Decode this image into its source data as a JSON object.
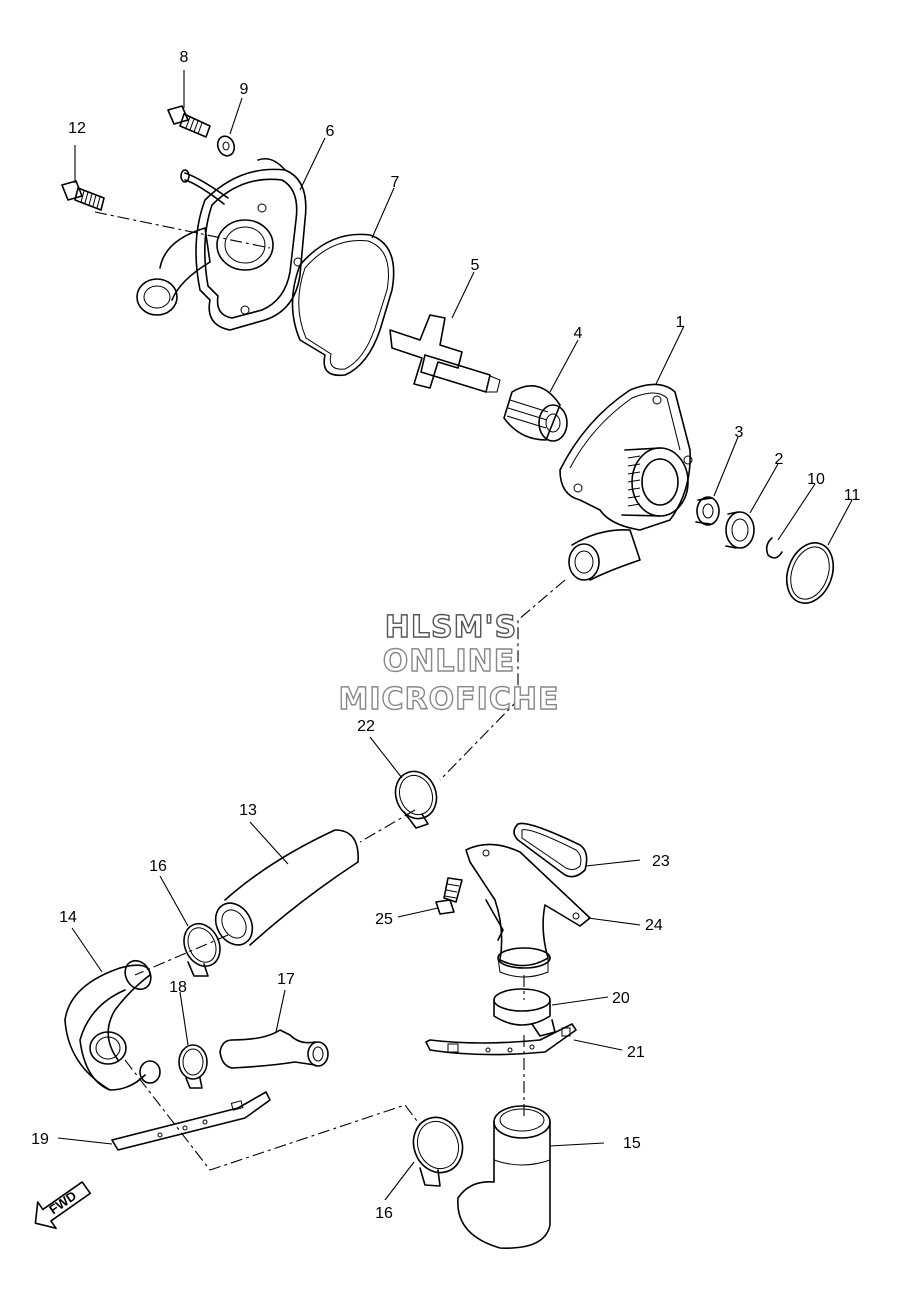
{
  "callouts": [
    "1",
    "2",
    "3",
    "4",
    "5",
    "6",
    "7",
    "8",
    "9",
    "10",
    "11",
    "12",
    "13",
    "14",
    "15",
    "16",
    "16",
    "17",
    "18",
    "19",
    "20",
    "21",
    "22",
    "23",
    "24",
    "25"
  ],
  "watermark": {
    "line1": "HLSM'S",
    "line2": "ONLINE",
    "line3": "MICROFICHE"
  },
  "direction_arrow": {
    "label": "FWD",
    "icon": "arrow-forward-icon"
  },
  "colors": {
    "ink": "#000000",
    "background": "#ffffff",
    "watermark_dark": "#555555",
    "watermark_light": "#888888"
  }
}
